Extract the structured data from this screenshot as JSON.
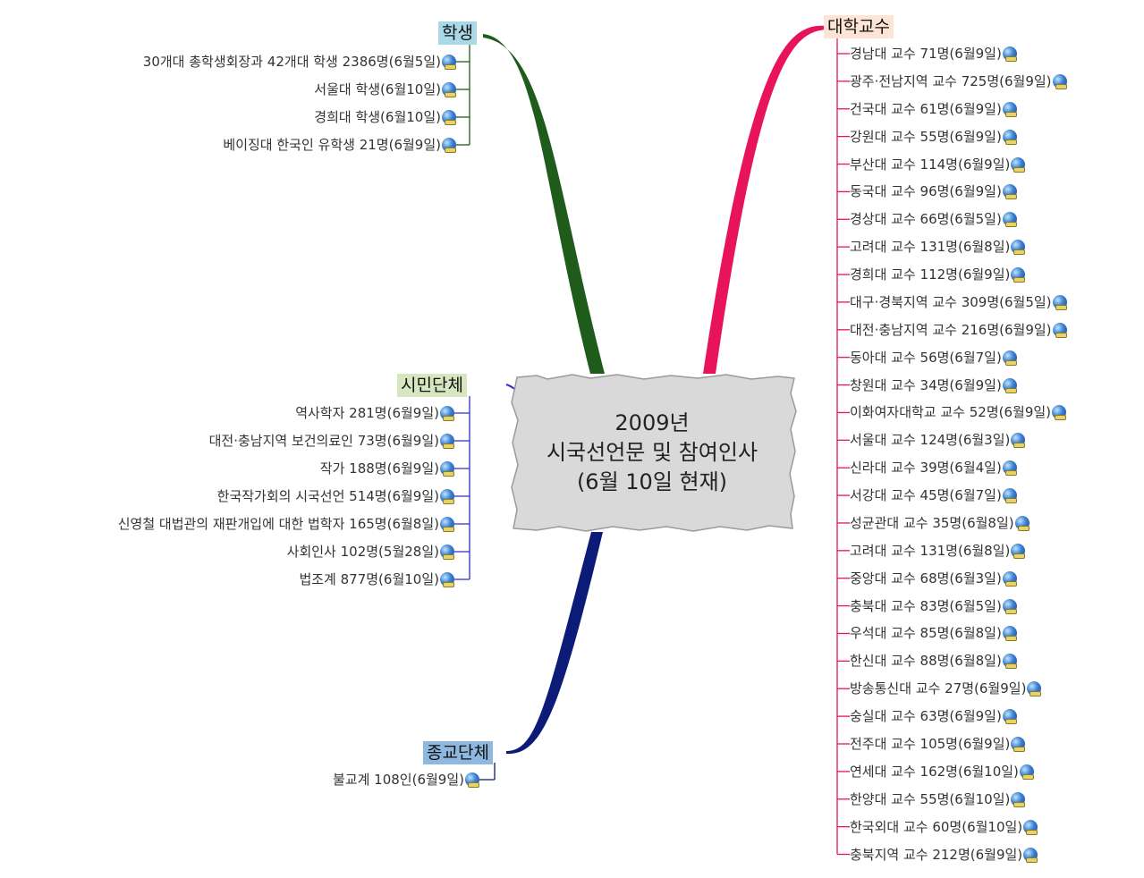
{
  "central_topic": {
    "lines": [
      "2009년",
      "시국선언문 및 참여인사",
      "(6월 10일 현재)"
    ]
  },
  "branches": {
    "students": {
      "label": "학생",
      "color": "#1f5c1c",
      "bg": "#a9d8e6",
      "items": [
        "30개대 총학생회장과 42개대 학생 2386명(6월5일)",
        "서울대 학생(6월10일)",
        "경희대 학생(6월10일)",
        "베이징대 한국인 유학생 21명(6월9일)"
      ]
    },
    "civic": {
      "label": "시민단체",
      "color": "#2e2ec8",
      "bg": "#d8e6c0",
      "items": [
        "역사학자 281명(6월9일)",
        "대전·충남지역 보건의료인 73명(6월9일)",
        "작가 188명(6월9일)",
        "한국작가회의 시국선언 514명(6월9일)",
        "신영철 대법관의 재판개입에 대한 법학자 165명(6월8일)",
        "사회인사 102명(5월28일)",
        "법조계 877명(6월10일)"
      ]
    },
    "religious": {
      "label": "종교단체",
      "color": "#0c1a78",
      "bg": "#8fb8e0",
      "items": [
        "불교계 108인(6월9일)"
      ]
    },
    "professors": {
      "label": "대학교수",
      "color": "#e8145a",
      "bg": "#fde4d4",
      "items": [
        "경남대 교수 71명(6월9일)",
        "광주·전남지역 교수 725명(6월9일)",
        "건국대 교수 61명(6월9일)",
        "강원대 교수 55명(6월9일)",
        "부산대 교수 114명(6월9일)",
        "동국대 교수 96명(6월9일)",
        "경상대 교수 66명(6월5일)",
        "고려대 교수 131명(6월8일)",
        "경희대 교수 112명(6월9일)",
        "대구·경북지역 교수 309명(6월5일)",
        "대전·충남지역 교수 216명(6월9일)",
        "동아대 교수 56명(6월7일)",
        "창원대 교수 34명(6월9일)",
        "이화여자대학교 교수 52명(6월9일)",
        "서울대 교수 124명(6월3일)",
        "신라대 교수 39명(6월4일)",
        "서강대 교수 45명(6월7일)",
        "성균관대 교수 35명(6월8일)",
        "고려대 교수 131명(6월8일)",
        "중앙대 교수 68명(6월3일)",
        "충북대 교수 83명(6월5일)",
        "우석대 교수 85명(6월8일)",
        "한신대 교수 88명(6월8일)",
        "방송통신대 교수 27명(6월9일)",
        "숭실대 교수 63명(6월9일)",
        "전주대 교수 105명(6월9일)",
        "연세대 교수 162명(6월10일)",
        "한양대 교수 55명(6월10일)",
        "한국외대 교수 60명(6월10일)",
        "충북지역 교수 212명(6월9일)"
      ]
    }
  },
  "item_icon": "globe-link-icon",
  "center_bg": "#d9d9d9"
}
